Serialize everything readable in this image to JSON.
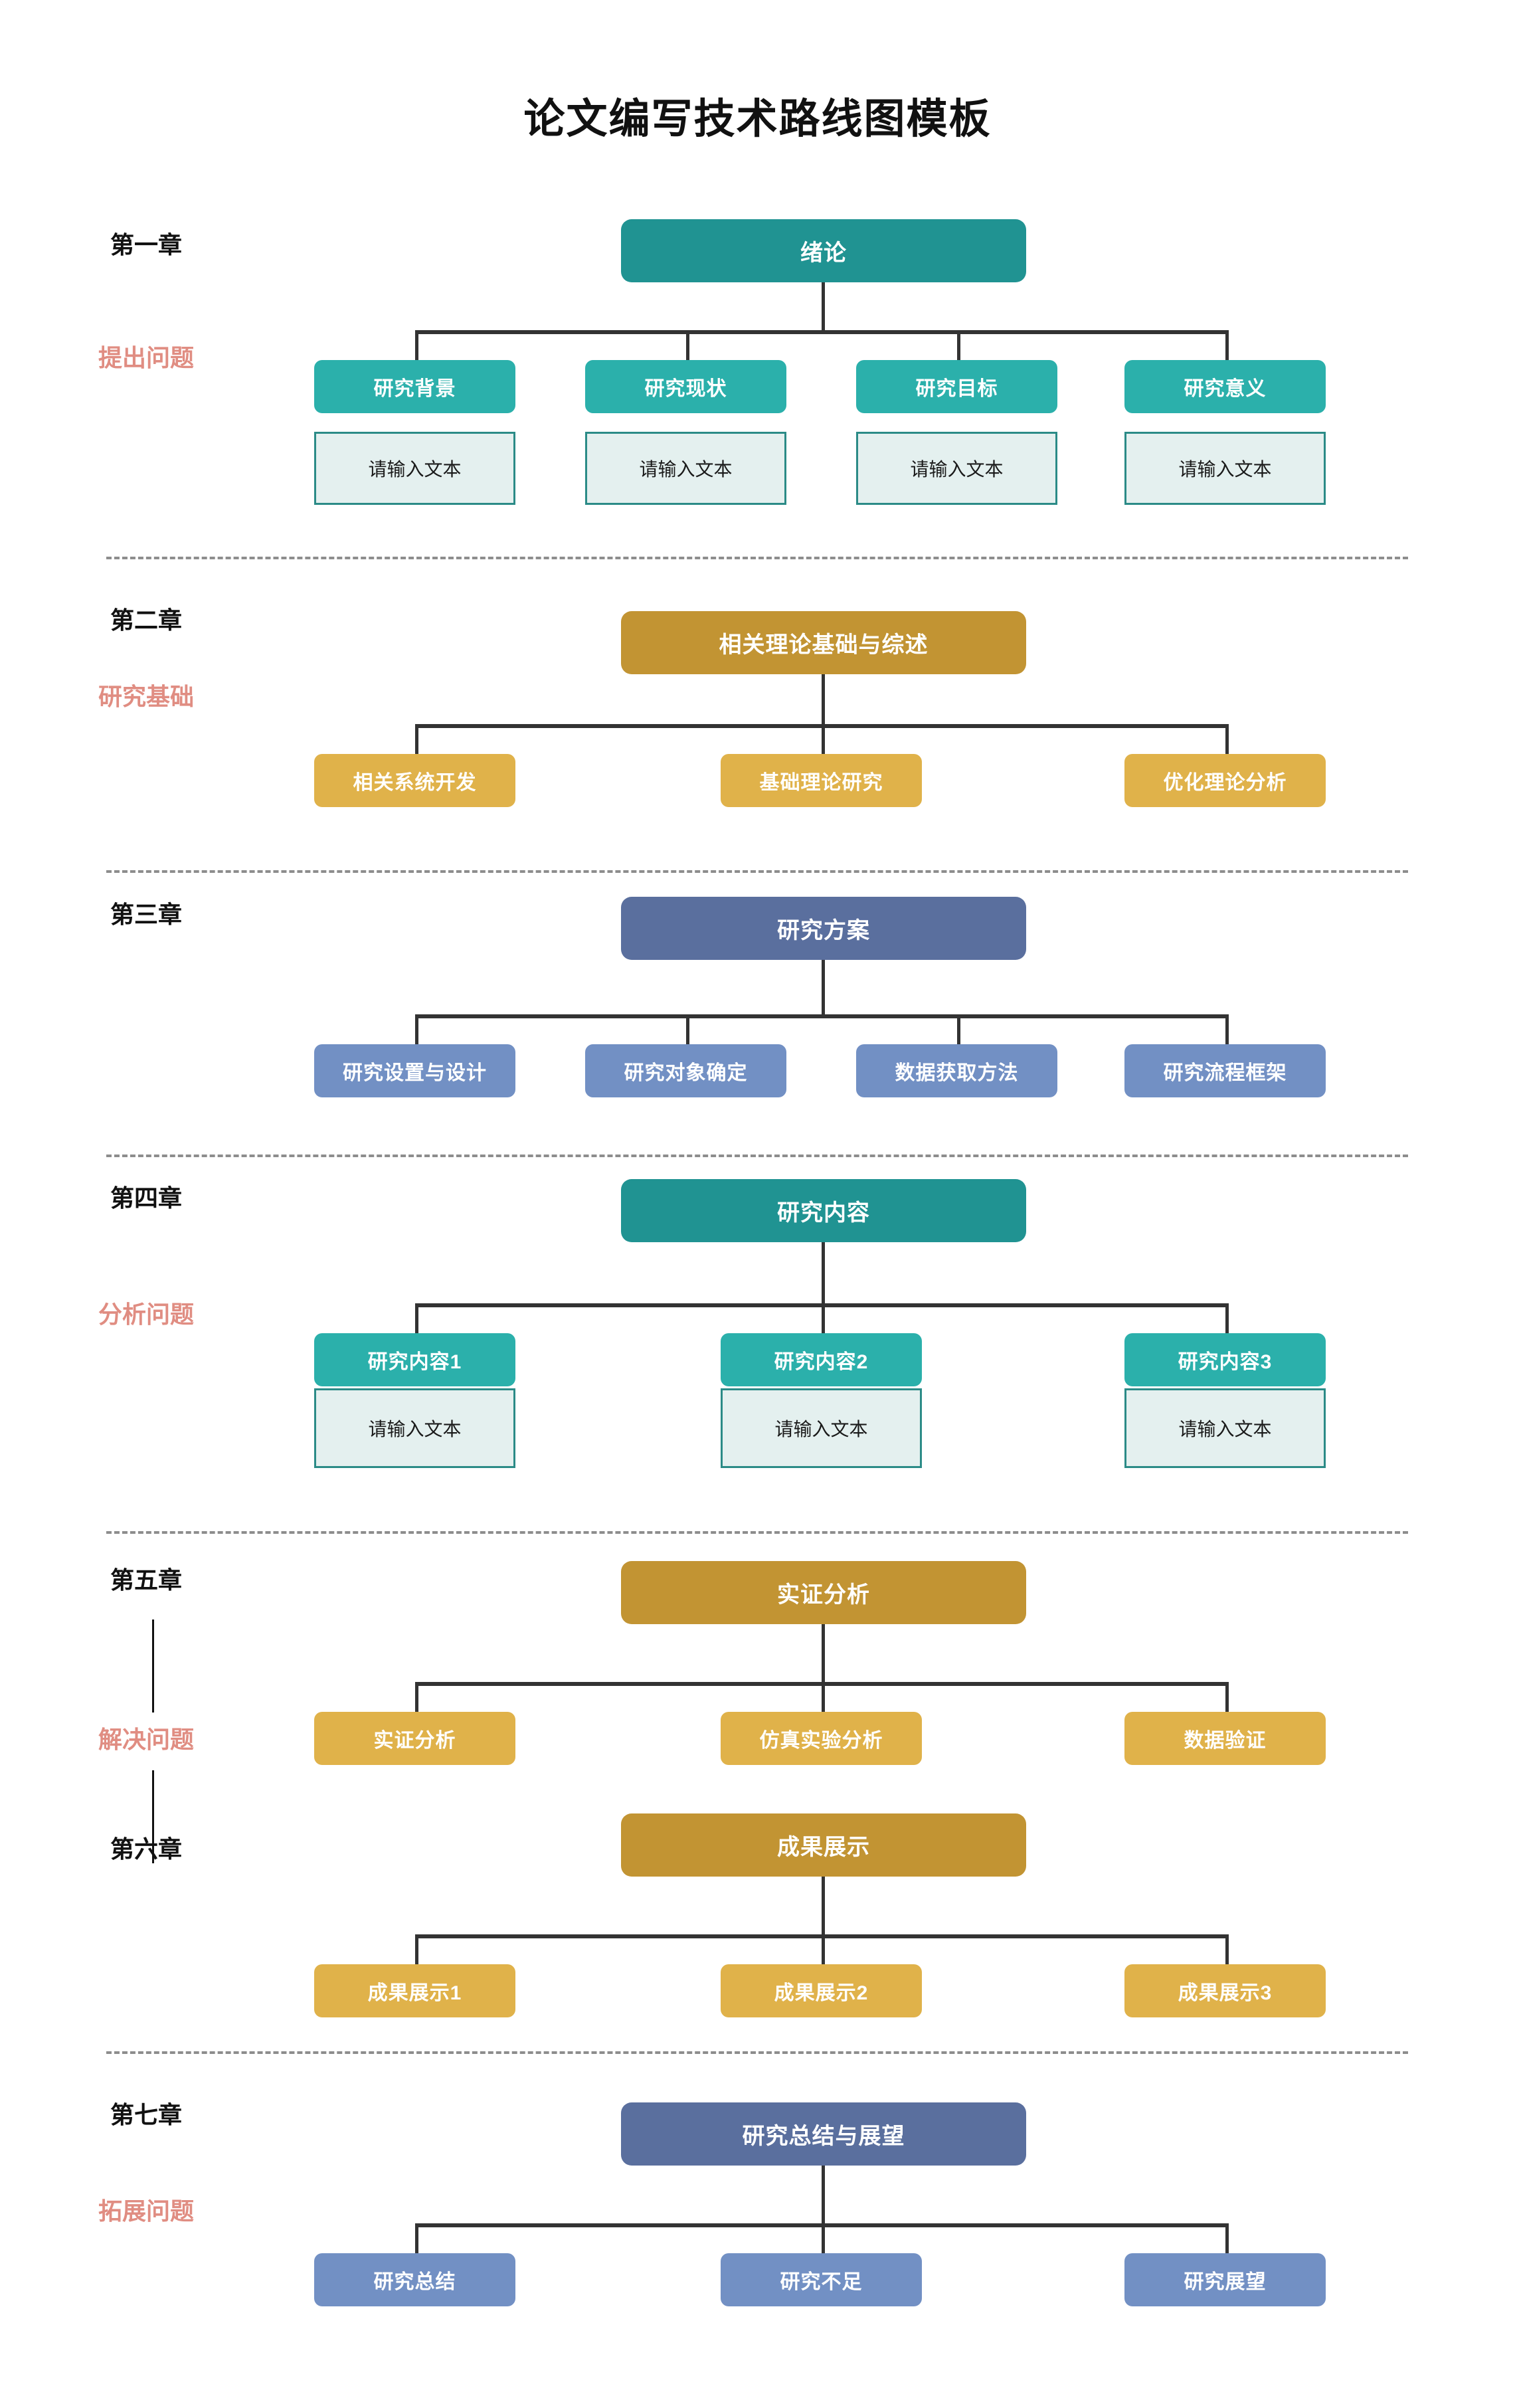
{
  "title": "论文编写技术路线图模板",
  "placeholder_text": "请输入文本",
  "colors": {
    "teal_dark": "#209392",
    "teal_light": "#2bb0ab",
    "gold_dark": "#c29433",
    "gold_light": "#e0b24a",
    "blue_dark": "#5a6f9e",
    "blue_light": "#7290c4",
    "subtitle": "#e08d82",
    "connector": "#333333",
    "separator": "#8d8d8d",
    "textbox_fill": "#e4f0ef",
    "textbox_border": "#2b8b87"
  },
  "sections": [
    {
      "chapter": "第一章",
      "subtitle": "提出问题",
      "header": "绪论",
      "children": [
        "研究背景",
        "研究现状",
        "研究目标",
        "研究意义"
      ],
      "notes": [
        "请输入文本",
        "请输入文本",
        "请输入文本",
        "请输入文本"
      ]
    },
    {
      "chapter": "第二章",
      "subtitle": "研究基础",
      "header": "相关理论基础与综述",
      "children": [
        "相关系统开发",
        "基础理论研究",
        "优化理论分析"
      ],
      "notes": []
    },
    {
      "chapter": "第三章",
      "subtitle": "",
      "header": "研究方案",
      "children": [
        "研究设置与设计",
        "研究对象确定",
        "数据获取方法",
        "研究流程框架"
      ],
      "notes": []
    },
    {
      "chapter": "第四章",
      "subtitle": "分析问题",
      "header": "研究内容",
      "children": [
        "研究内容1",
        "研究内容2",
        "研究内容3"
      ],
      "notes": [
        "请输入文本",
        "请输入文本",
        "请输入文本"
      ]
    },
    {
      "chapter": "第五章",
      "subtitle": "解决问题",
      "header": "实证分析",
      "children": [
        "实证分析",
        "仿真实验分析",
        "数据验证"
      ],
      "notes": []
    },
    {
      "chapter": "第六章",
      "subtitle": "",
      "header": "成果展示",
      "children": [
        "成果展示1",
        "成果展示2",
        "成果展示3"
      ],
      "notes": []
    },
    {
      "chapter": "第七章",
      "subtitle": "拓展问题",
      "header": "研究总结与展望",
      "children": [
        "研究总结",
        "研究不足",
        "研究展望"
      ],
      "notes": []
    }
  ]
}
